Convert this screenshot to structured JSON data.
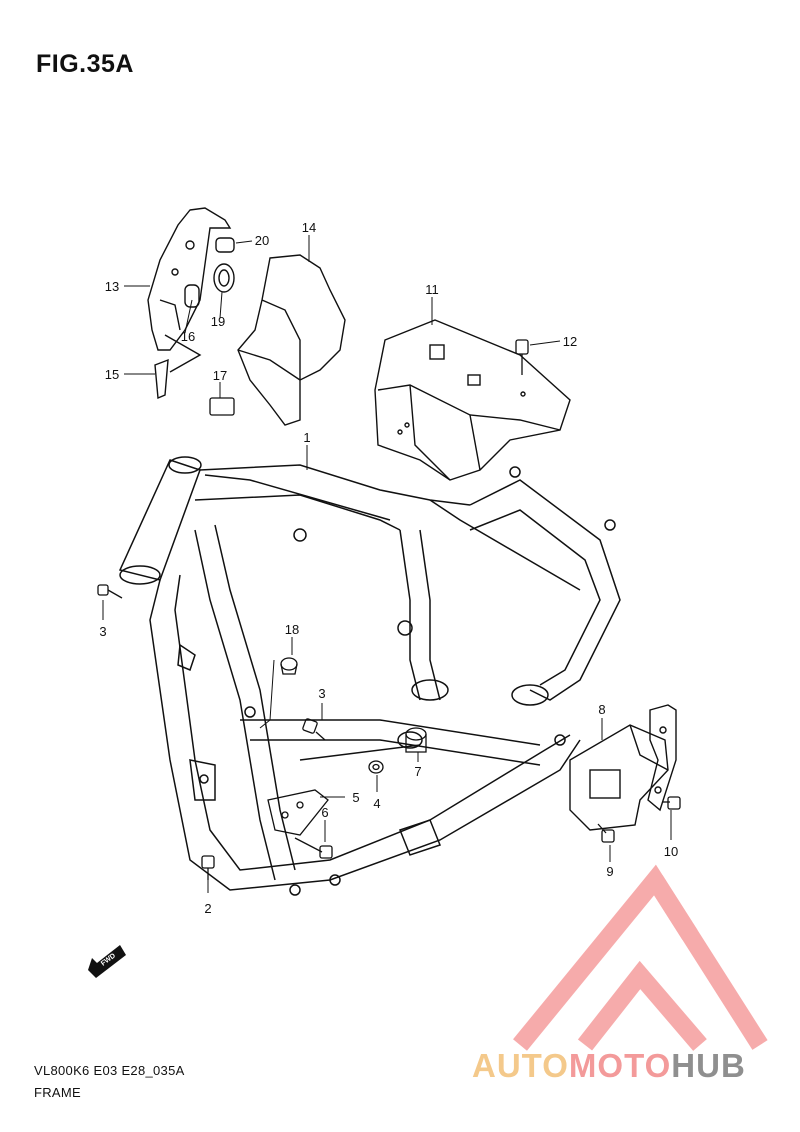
{
  "figure": {
    "title": "FIG.35A",
    "code": "VL800K6 E03 E28_035A",
    "name": "FRAME",
    "fwd_badge": "FWD"
  },
  "callouts": [
    {
      "id": "c1",
      "label": "1"
    },
    {
      "id": "c2",
      "label": "2"
    },
    {
      "id": "c3a",
      "label": "3"
    },
    {
      "id": "c3b",
      "label": "3"
    },
    {
      "id": "c4",
      "label": "4"
    },
    {
      "id": "c5",
      "label": "5"
    },
    {
      "id": "c6",
      "label": "6"
    },
    {
      "id": "c7",
      "label": "7"
    },
    {
      "id": "c8",
      "label": "8"
    },
    {
      "id": "c9",
      "label": "9"
    },
    {
      "id": "c10",
      "label": "10"
    },
    {
      "id": "c11",
      "label": "11"
    },
    {
      "id": "c12",
      "label": "12"
    },
    {
      "id": "c13",
      "label": "13"
    },
    {
      "id": "c14",
      "label": "14"
    },
    {
      "id": "c15",
      "label": "15"
    },
    {
      "id": "c16",
      "label": "16"
    },
    {
      "id": "c17",
      "label": "17"
    },
    {
      "id": "c18",
      "label": "18"
    },
    {
      "id": "c19",
      "label": "19"
    },
    {
      "id": "c20",
      "label": "20"
    }
  ],
  "watermark": {
    "part1": "AUTO",
    "part2": "MOTO",
    "part3": "HUB",
    "colors": {
      "auto": "#f4c98b",
      "moto": "#f39a9a",
      "hub": "#8f8f8f",
      "logo": "#f6a3a3"
    }
  }
}
